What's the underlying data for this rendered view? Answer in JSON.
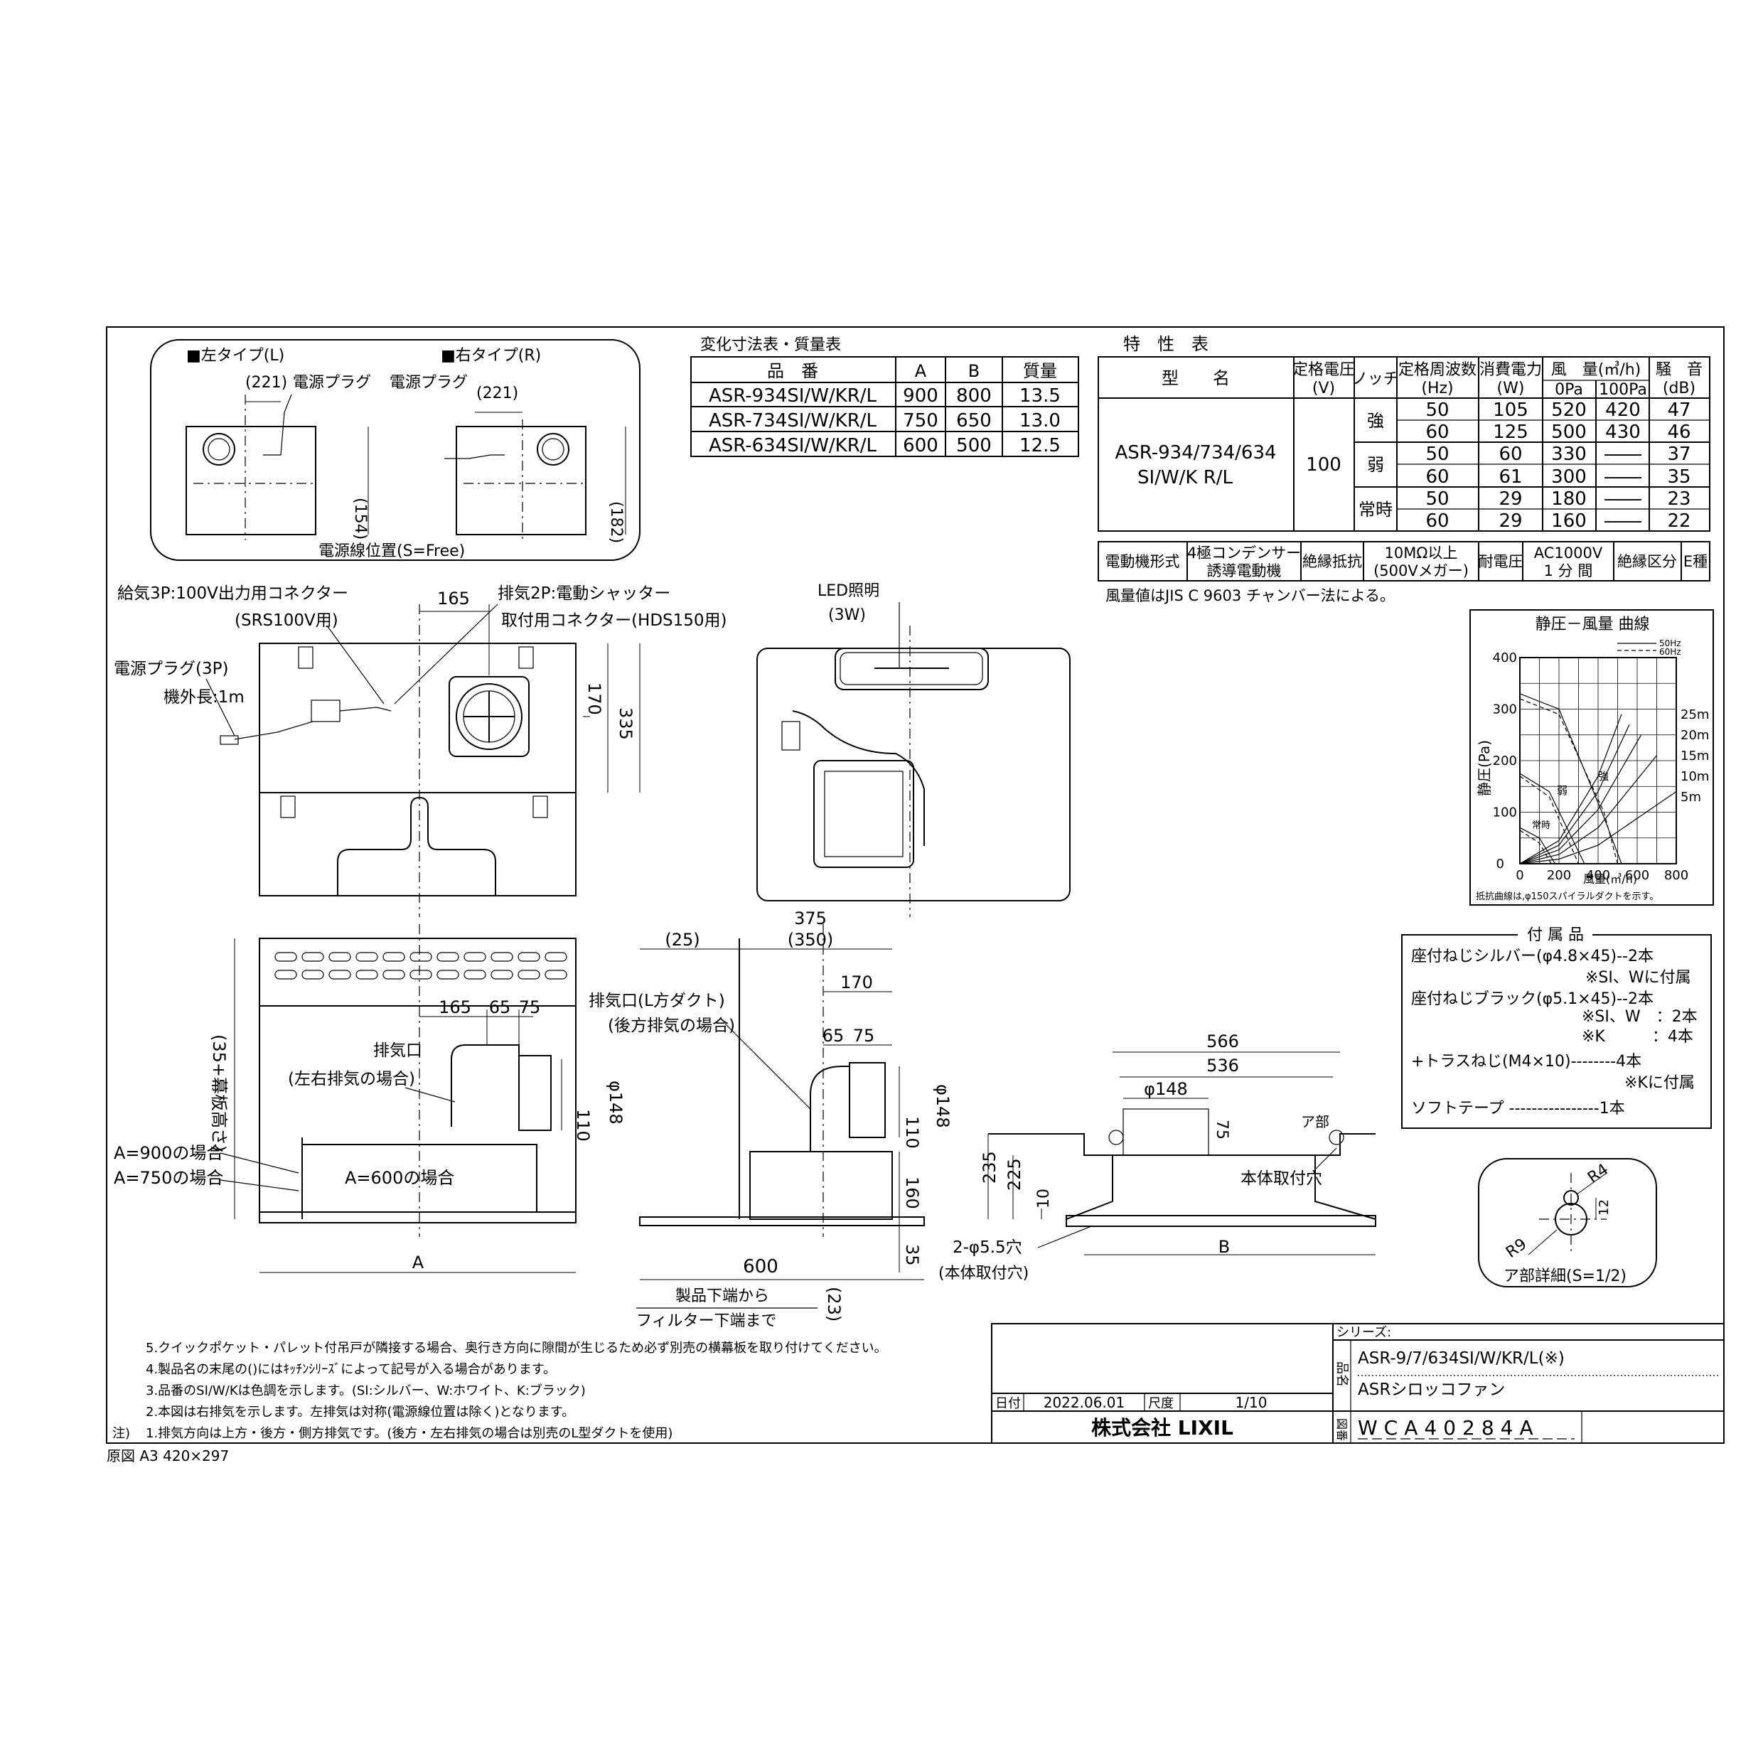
{
  "left_type_box": {
    "left_title": "■左タイプ(L)",
    "right_title": "■右タイプ(R)",
    "dim_221": "(221)",
    "plug": "電源プラグ",
    "dim_154": "(154)",
    "dim_182": "(182)",
    "cable_position": "電源線位置(S=Free)"
  },
  "size_table": {
    "title": "変化寸法表・質量表",
    "headers": [
      "品　番",
      "A",
      "B",
      "質量"
    ],
    "rows": [
      [
        "ASR-934SI/W/KR/L",
        "900",
        "800",
        "13.5"
      ],
      [
        "ASR-734SI/W/KR/L",
        "750",
        "650",
        "13.0"
      ],
      [
        "ASR-634SI/W/KR/L",
        "600",
        "500",
        "12.5"
      ]
    ]
  },
  "spec_table": {
    "title": "特　性　表",
    "h_model": "型　　名",
    "h_voltage": "定格電圧",
    "h_voltage_unit": "(V)",
    "h_notch": "ノッチ",
    "h_freq": "定格周波数",
    "h_freq_unit": "(Hz)",
    "h_power": "消費電力",
    "h_power_unit": "(W)",
    "h_airflow": "風　量(㎥/h)",
    "h_0pa": "0Pa",
    "h_100pa": "100Pa",
    "h_noise": "騒　音",
    "h_noise_unit": "(dB)",
    "model_line1": "ASR-934/734/634",
    "model_line2": "SI/W/K R/L",
    "voltage": "100",
    "notches": [
      "強",
      "弱",
      "常時"
    ],
    "rows": [
      [
        "50",
        "105",
        "520",
        "420",
        "47"
      ],
      [
        "60",
        "125",
        "500",
        "430",
        "46"
      ],
      [
        "50",
        "60",
        "330",
        "――",
        "37"
      ],
      [
        "60",
        "61",
        "300",
        "――",
        "35"
      ],
      [
        "50",
        "29",
        "180",
        "――",
        "23"
      ],
      [
        "60",
        "29",
        "160",
        "――",
        "22"
      ]
    ],
    "motor_label": "電動機形式",
    "motor_val1": "4極コンデンサー",
    "motor_val2": "誘導電動機",
    "insul_label": "絶縁抵抗",
    "insul_val1": "10MΩ以上",
    "insul_val2": "(500Vメガー)",
    "withstand_label": "耐電圧",
    "withstand_val1": "AC1000V",
    "withstand_val2": "1 分 間",
    "class_label": "絶縁区分",
    "class_val": "E種",
    "note": "風量値はJIS C 9603 チャンバー法による。"
  },
  "chart": {
    "title": "静圧－風量 曲線",
    "legend_50": "50Hz",
    "legend_60": "60Hz",
    "ylabel": "静圧(Pa)",
    "xlabel": "風量(㎥/h)",
    "duct_note": "抵抗曲線は,φ150スパイラルダクトを示す。",
    "strong": "強",
    "weak": "弱",
    "constant": "常時"
  },
  "chart_data": {
    "type": "line",
    "title": "静圧－風量 曲線",
    "xlabel": "風量(㎥/h)",
    "ylabel": "静圧(Pa)",
    "xlim": [
      0,
      800
    ],
    "ylim": [
      0,
      400
    ],
    "x_ticks": [
      "0",
      "200",
      "400",
      "600",
      "800"
    ],
    "y_ticks": [
      "100",
      "200",
      "300",
      "400"
    ],
    "duct_labels": [
      "25m",
      "20m",
      "15m",
      "10m",
      "5m"
    ],
    "legend": [
      "50Hz",
      "60Hz"
    ],
    "grid": true,
    "series": [
      {
        "name": "強 50Hz",
        "points": [
          [
            0,
            330
          ],
          [
            200,
            300
          ],
          [
            420,
            100
          ],
          [
            520,
            0
          ]
        ]
      },
      {
        "name": "強 60Hz",
        "points": [
          [
            0,
            320
          ],
          [
            200,
            290
          ],
          [
            430,
            100
          ],
          [
            500,
            0
          ]
        ]
      },
      {
        "name": "弱 50Hz",
        "points": [
          [
            0,
            175
          ],
          [
            150,
            140
          ],
          [
            330,
            0
          ]
        ]
      },
      {
        "name": "弱 60Hz",
        "points": [
          [
            0,
            170
          ],
          [
            150,
            130
          ],
          [
            300,
            0
          ]
        ]
      },
      {
        "name": "常時 50Hz",
        "points": [
          [
            0,
            70
          ],
          [
            100,
            50
          ],
          [
            180,
            0
          ]
        ]
      },
      {
        "name": "常時 60Hz",
        "points": [
          [
            0,
            65
          ],
          [
            100,
            40
          ],
          [
            160,
            0
          ]
        ]
      }
    ],
    "duct_curves": [
      {
        "name": "25m",
        "points": [
          [
            0,
            0
          ],
          [
            200,
            45
          ],
          [
            400,
            170
          ],
          [
            520,
            290
          ]
        ]
      },
      {
        "name": "20m",
        "points": [
          [
            0,
            0
          ],
          [
            200,
            36
          ],
          [
            400,
            140
          ],
          [
            560,
            270
          ]
        ]
      },
      {
        "name": "15m",
        "points": [
          [
            0,
            0
          ],
          [
            200,
            27
          ],
          [
            400,
            105
          ],
          [
            620,
            250
          ]
        ]
      },
      {
        "name": "10m",
        "points": [
          [
            0,
            0
          ],
          [
            200,
            18
          ],
          [
            400,
            70
          ],
          [
            700,
            210
          ]
        ]
      },
      {
        "name": "5m",
        "points": [
          [
            0,
            0
          ],
          [
            200,
            9
          ],
          [
            400,
            36
          ],
          [
            800,
            140
          ]
        ]
      }
    ]
  },
  "accessories": {
    "title": "付 属 品",
    "lines": [
      "座付ねじシルバー(φ4.8×45)‐‐2本",
      "※SI、Wに付属",
      "座付ねじブラック(φ5.1×45)‐‐2本",
      "※SI、W　：2本",
      "※K　　　：4本",
      "+トラスねじ(M4×10)‐‐‐‐‐‐‐‐4本",
      "※Kに付属",
      "ソフトテープ ‐‐‐‐‐‐‐‐‐‐‐‐‐‐‐‐1本"
    ]
  },
  "detail": {
    "r4": "R4",
    "r9": "R9",
    "d12": "12",
    "caption": "ア部詳細(S=1/2)"
  },
  "top_view": {
    "supply": "給気3P:100V出力用コネクター",
    "supply2": "(SRS100V用)",
    "exhaust": "排気2P:電動シャッター",
    "exhaust2": "取付用コネクター(HDS150用)",
    "d165": "165",
    "d170": "170",
    "d335": "335",
    "plug": "電源プラグ(3P)",
    "cord": "機外長:1m"
  },
  "front_view": {
    "led": "LED照明",
    "led_w": "(3W)"
  },
  "side_left": {
    "d165": "165",
    "d65": "65",
    "d75": "75",
    "exhaust": "排気口",
    "exhaust2": "(左右排気の場合)",
    "phi148": "φ148",
    "d110": "110",
    "height": "(35+幕板高さ)",
    "a900": "A=900の場合",
    "a750": "A=750の場合",
    "a600": "A=600の場合",
    "dimA": "A"
  },
  "side_mid": {
    "d375": "375",
    "d25": "(25)",
    "d350": "(350)",
    "d170": "170",
    "exhaust": "排気口(L方ダクト)",
    "exhaust2": "(後方排気の場合)",
    "d65": "65",
    "d75": "75",
    "phi148": "φ148",
    "d110": "110",
    "d160": "160",
    "d35": "35",
    "d600": "600",
    "d23": "(23)",
    "edge1": "製品下端から",
    "edge2": "フィルター下端まで"
  },
  "side_right": {
    "d566": "566",
    "d536": "536",
    "phi148": "φ148",
    "d75": "75",
    "part": "ア部",
    "d235": "235",
    "d225": "225",
    "d10": "10",
    "hole": "本体取付穴",
    "holes": "2-φ5.5穴",
    "holes2": "(本体取付穴)",
    "dimB": "B"
  },
  "notes": [
    "5.クイックポケット・パレット付吊戸が隣接する場合、奥行き方向に隙間が生じるため必ず別売の横幕板を取り付けてください。",
    "4.製品名の末尾の()にはｷｯﾁﾝｼﾘｰｽﾞによって記号が入る場合があります。",
    "3.品番のSI/W/Kは色調を示します。(SI:シルバー、W:ホワイト、K:ブラック)",
    "2.本図は右排気を示します。左排気は対称(電源線位置は除く)となります。",
    "1.排気方向は上方・後方・側方排気です。(後方・左右排気の場合は別売のL型ダクトを使用)"
  ],
  "notes_label": "注)",
  "original": "原図 A3 420×297",
  "title_block": {
    "series_label": "シリーズ:",
    "product_label": "品名",
    "product_code": "ASR-9/7/634SI/W/KR/L(※)",
    "product_name": "ASRシロッコファン",
    "date_label": "日付",
    "date": "2022.06.01",
    "scale_label": "尺度",
    "scale": "1/10",
    "company": "株式会社 LIXIL",
    "drawing_label": "図番",
    "drawing_no": "WCA40284A"
  }
}
